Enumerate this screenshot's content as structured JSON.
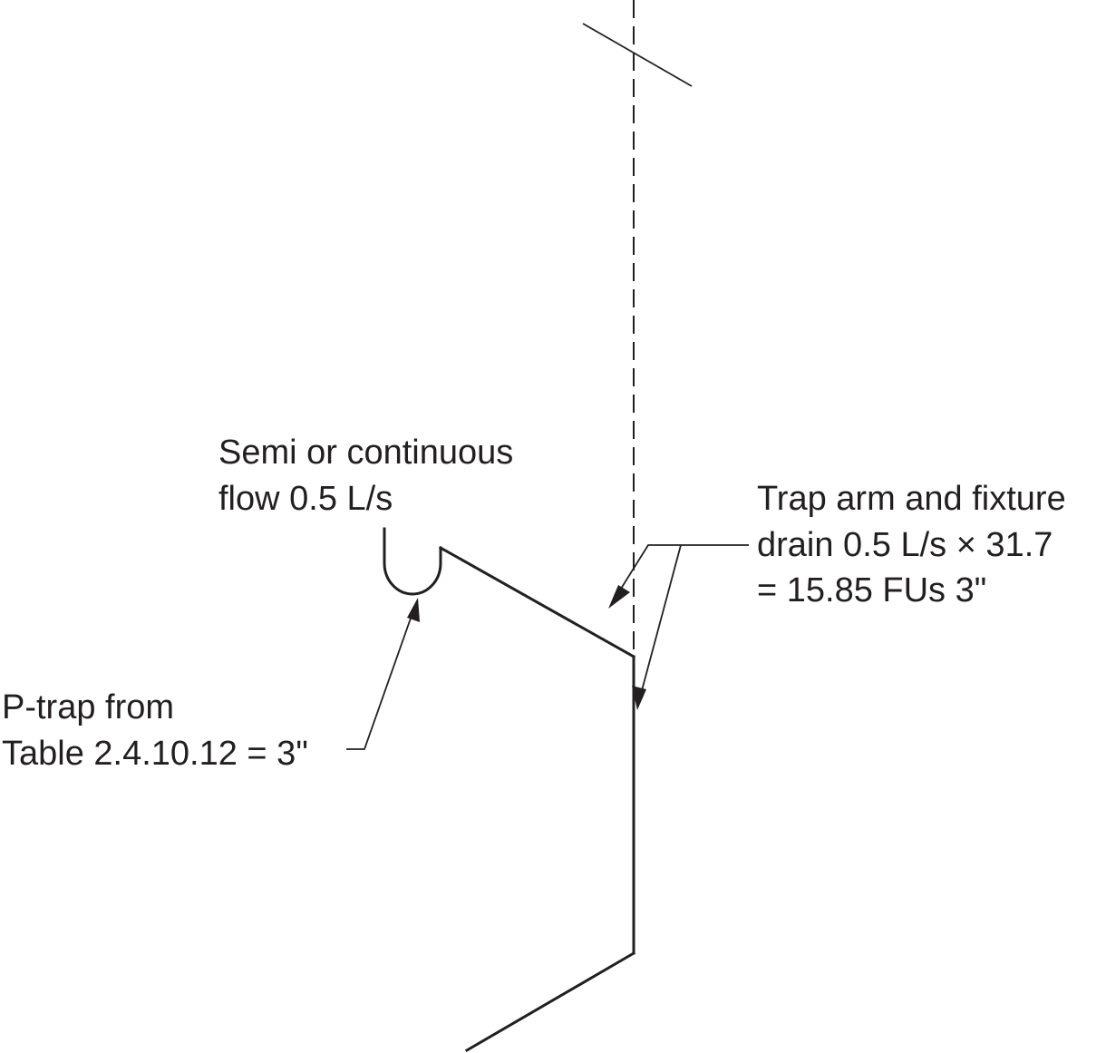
{
  "labels": {
    "flow_line1": "Semi or continuous",
    "flow_line2": "flow 0.5 L/s",
    "trap_arm_line1": "Trap arm and fixture",
    "trap_arm_line2": "drain 0.5 L/s × 31.7",
    "trap_arm_line3": "= 15.85 FUs 3\"",
    "ptrap_line1": "P-trap from",
    "ptrap_line2": "Table 2.4.10.12 = 3\""
  },
  "colors": {
    "ink": "#231f20",
    "background": "#ffffff"
  }
}
